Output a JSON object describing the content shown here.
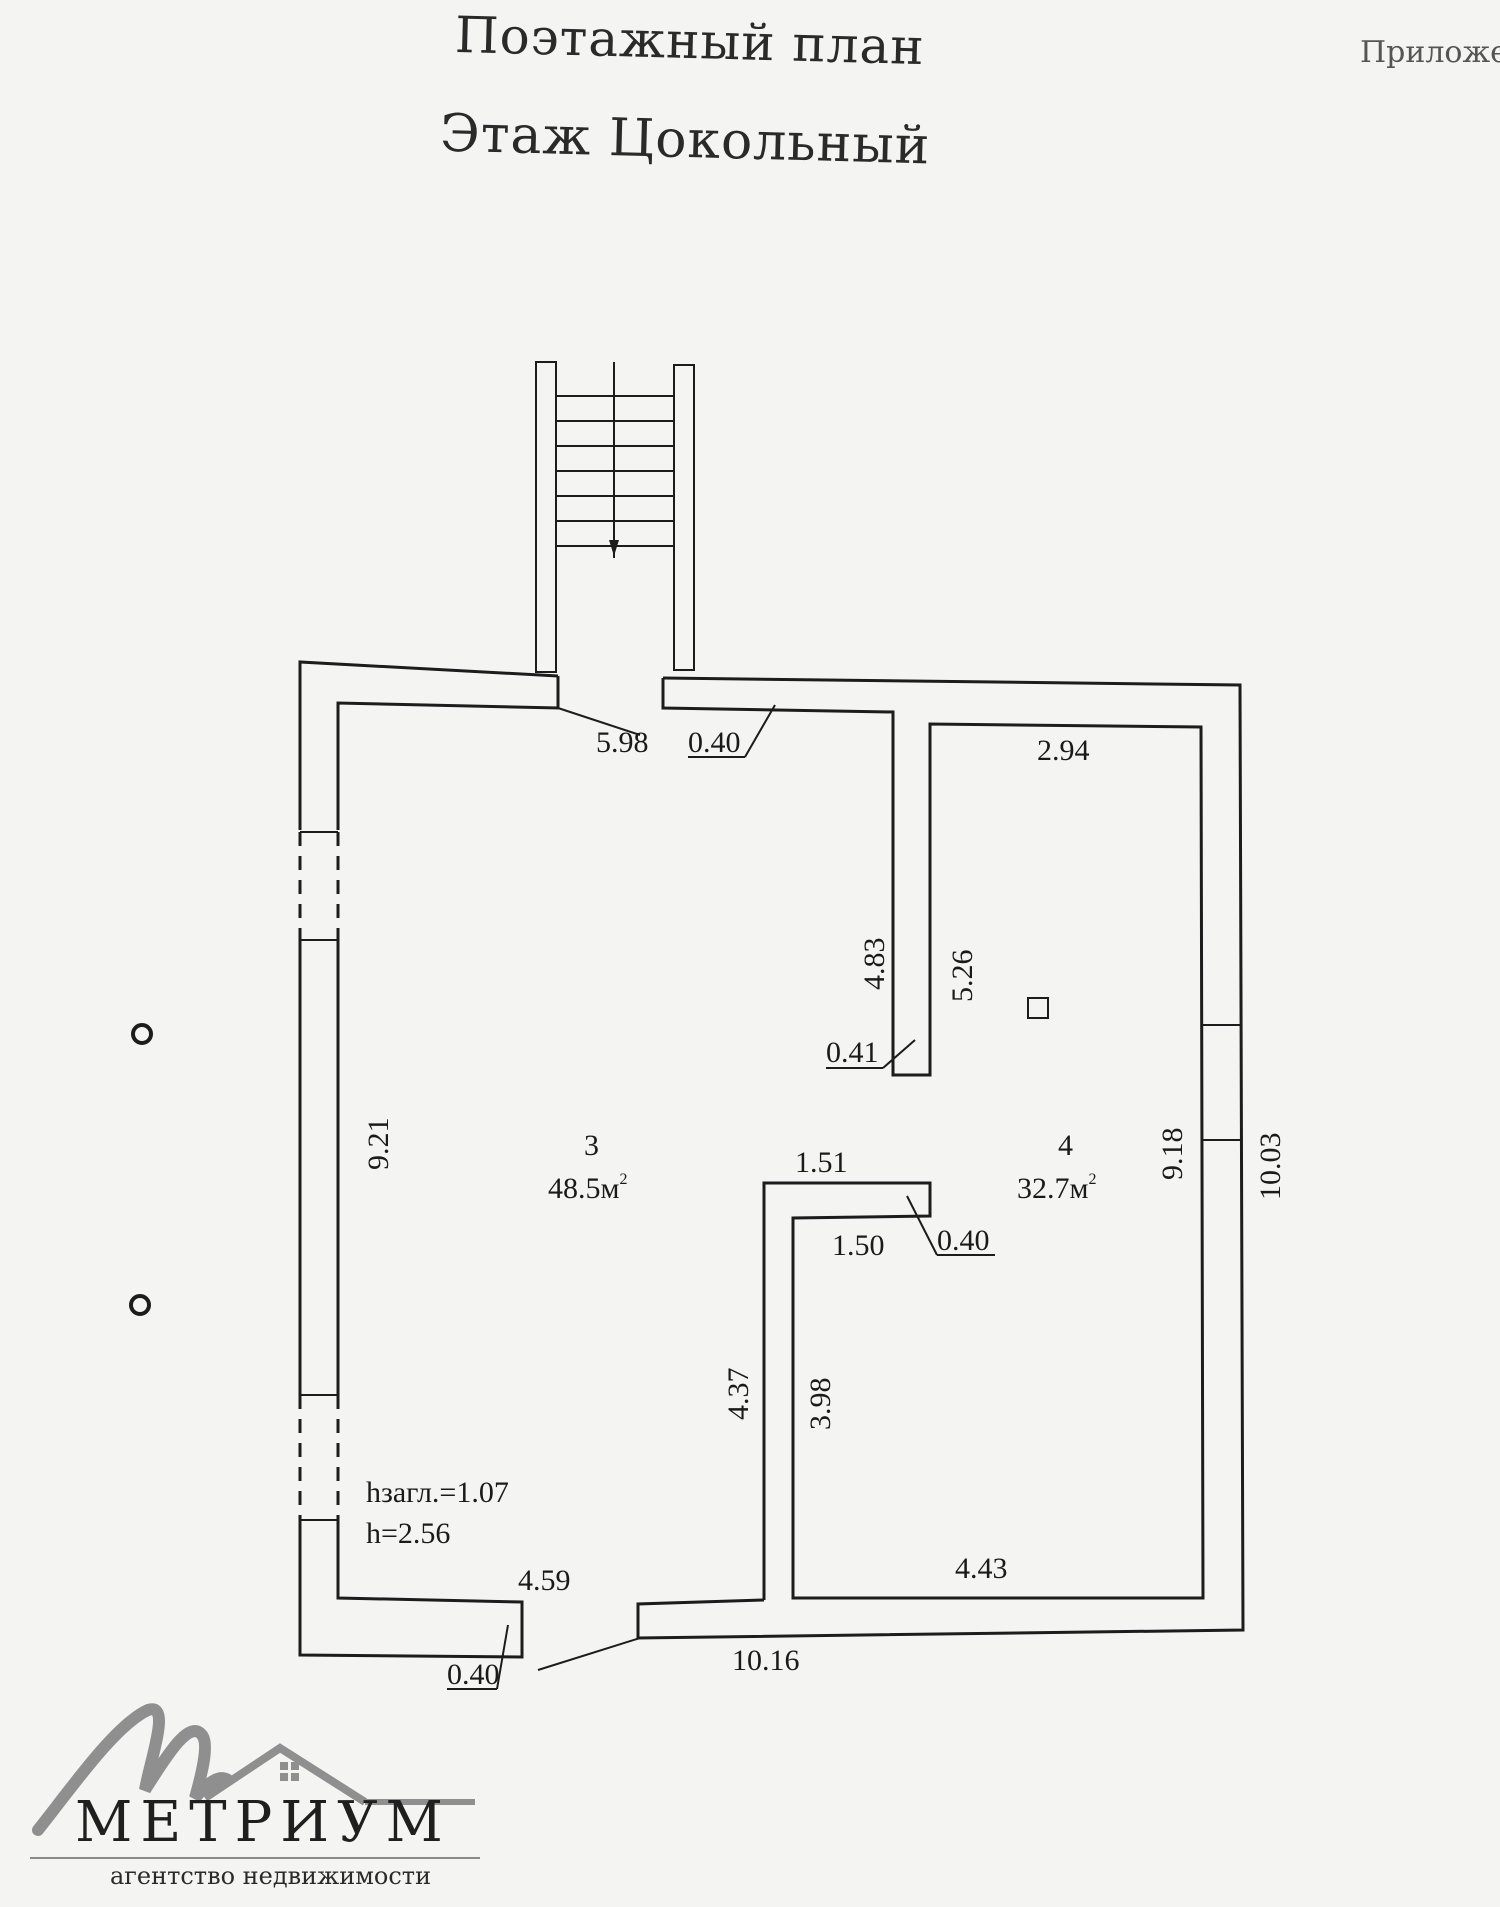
{
  "header": {
    "title": "Поэтажный план",
    "subtitle": "Этаж Цокольный",
    "corner_note": "Приложе"
  },
  "rooms": [
    {
      "number": "3",
      "area": "48.5м",
      "area_sup": "2"
    },
    {
      "number": "4",
      "area": "32.7м",
      "area_sup": "2"
    }
  ],
  "dimensions": {
    "top_left": "5.98",
    "top_wall": "0.40",
    "room4_top": "2.94",
    "partition_left": "4.83",
    "partition_right": "5.26",
    "partition_thickness": "0.41",
    "left_wall": "9.21",
    "notch_top": "1.51",
    "notch_inner": "1.50",
    "notch_wall": "0.40",
    "room4_right": "9.18",
    "outer_right": "10.03",
    "lower_left": "4.37",
    "lower_right": "3.98",
    "room4_bottom": "4.43",
    "bottom_left": "4.59",
    "bottom_wall": "0.40",
    "bottom_total": "10.16"
  },
  "heights": {
    "depth": "hзагл.=1.07",
    "height": "h=2.56"
  },
  "brand": {
    "name": "МЕТРИУМ",
    "tagline": "агентство недвижимости",
    "logo_color": "#8f8f8f"
  }
}
